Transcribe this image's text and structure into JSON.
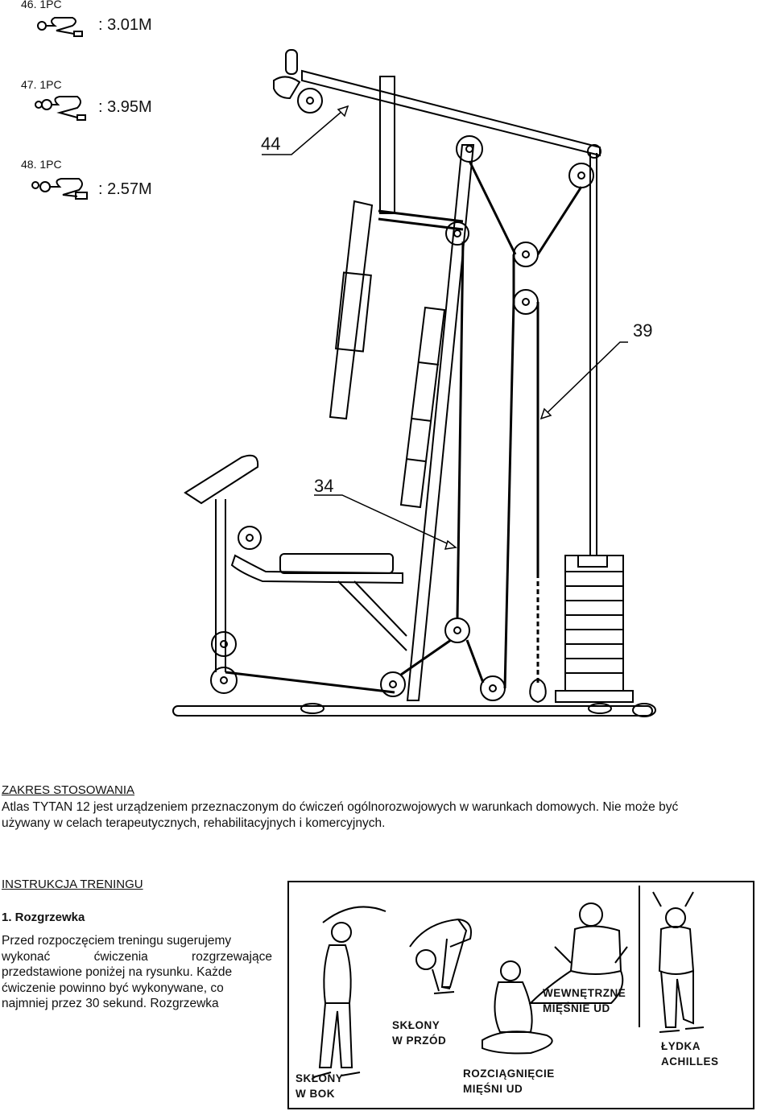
{
  "parts": [
    {
      "label": "46. 1PC",
      "length": ": 3.01M"
    },
    {
      "label": "47. 1PC",
      "length": ": 3.95M"
    },
    {
      "label": "48. 1PC",
      "length": ": 2.57M"
    }
  ],
  "callouts": {
    "c44": "44",
    "c39": "39",
    "c34": "34"
  },
  "scope": {
    "heading": "ZAKRES STOSOWANIA",
    "line1": "Atlas TYTAN 12 jest urządzeniem przeznaczonym do ćwiczeń ogólnorozwojowych w warunkach domowych. Nie może być",
    "line2": "używany w celach terapeutycznych, rehabilitacyjnych i komercyjnych."
  },
  "training": {
    "heading": "INSTRUKCJA TRENINGU",
    "subheading": "1. Rozgrzewka",
    "lines": [
      "Przed rozpoczęciem treningu sugerujemy",
      "wykonać ćwiczenia rozgrzewające",
      "przedstawione poniżej na rysunku. Każde",
      "ćwiczenie powinno być wykonywane, co",
      "najmniej przez 30 sekund. Rozgrzewka"
    ]
  },
  "exercises": {
    "side_bend": [
      "SKŁONY",
      "W BOK"
    ],
    "forward_bend": [
      "SKŁONY",
      "W PRZÓD"
    ],
    "inner_thigh": [
      "WEWNĘTRZNE",
      "MIĘŚNIE UD"
    ],
    "thigh_stretch": [
      "ROZCIĄGNIĘCIE",
      "MIĘŚNI UD"
    ],
    "calf": [
      "ŁYDKA",
      "ACHILLES"
    ]
  }
}
